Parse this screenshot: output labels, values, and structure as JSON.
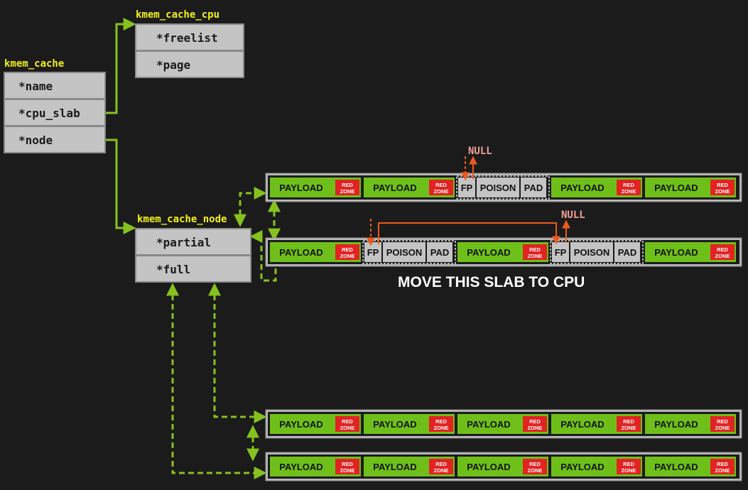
{
  "colors": {
    "background": "#1b1b1b",
    "struct_label": "#f3f01c",
    "field_bg": "#c4c4c4",
    "payload_green": "#6fbf1a",
    "red_zone": "#e32222",
    "connector_green": "#86c21f",
    "null_arrow": "#ee5a1c",
    "null_text": "#f2a09a",
    "caption": "#ffffff"
  },
  "kmem_cache": {
    "label": "kmem_cache",
    "fields": [
      "*name",
      "*cpu_slab",
      "*node"
    ]
  },
  "kmem_cache_cpu": {
    "label": "kmem_cache_cpu",
    "fields": [
      "*freelist",
      "*page"
    ]
  },
  "kmem_cache_node": {
    "label": "kmem_cache_node",
    "fields": [
      "*partial",
      "*full"
    ]
  },
  "object_labels": {
    "payload": "PAYLOAD",
    "red_zone_line1": "RED",
    "red_zone_line2": "ZONE",
    "fp": "FP",
    "poison": "POISON",
    "pad": "PAD"
  },
  "slabs": [
    {
      "id": "partial-1",
      "objects": [
        "payload",
        "payload",
        "free",
        "payload",
        "payload"
      ]
    },
    {
      "id": "partial-2",
      "objects": [
        "payload",
        "free",
        "payload",
        "free",
        "payload"
      ]
    },
    {
      "id": "full-1",
      "objects": [
        "payload",
        "payload",
        "payload",
        "payload",
        "payload"
      ]
    },
    {
      "id": "full-2",
      "objects": [
        "payload",
        "payload",
        "payload",
        "payload",
        "payload"
      ]
    }
  ],
  "null_label": "NULL",
  "caption": "MOVE THIS SLAB TO CPU"
}
